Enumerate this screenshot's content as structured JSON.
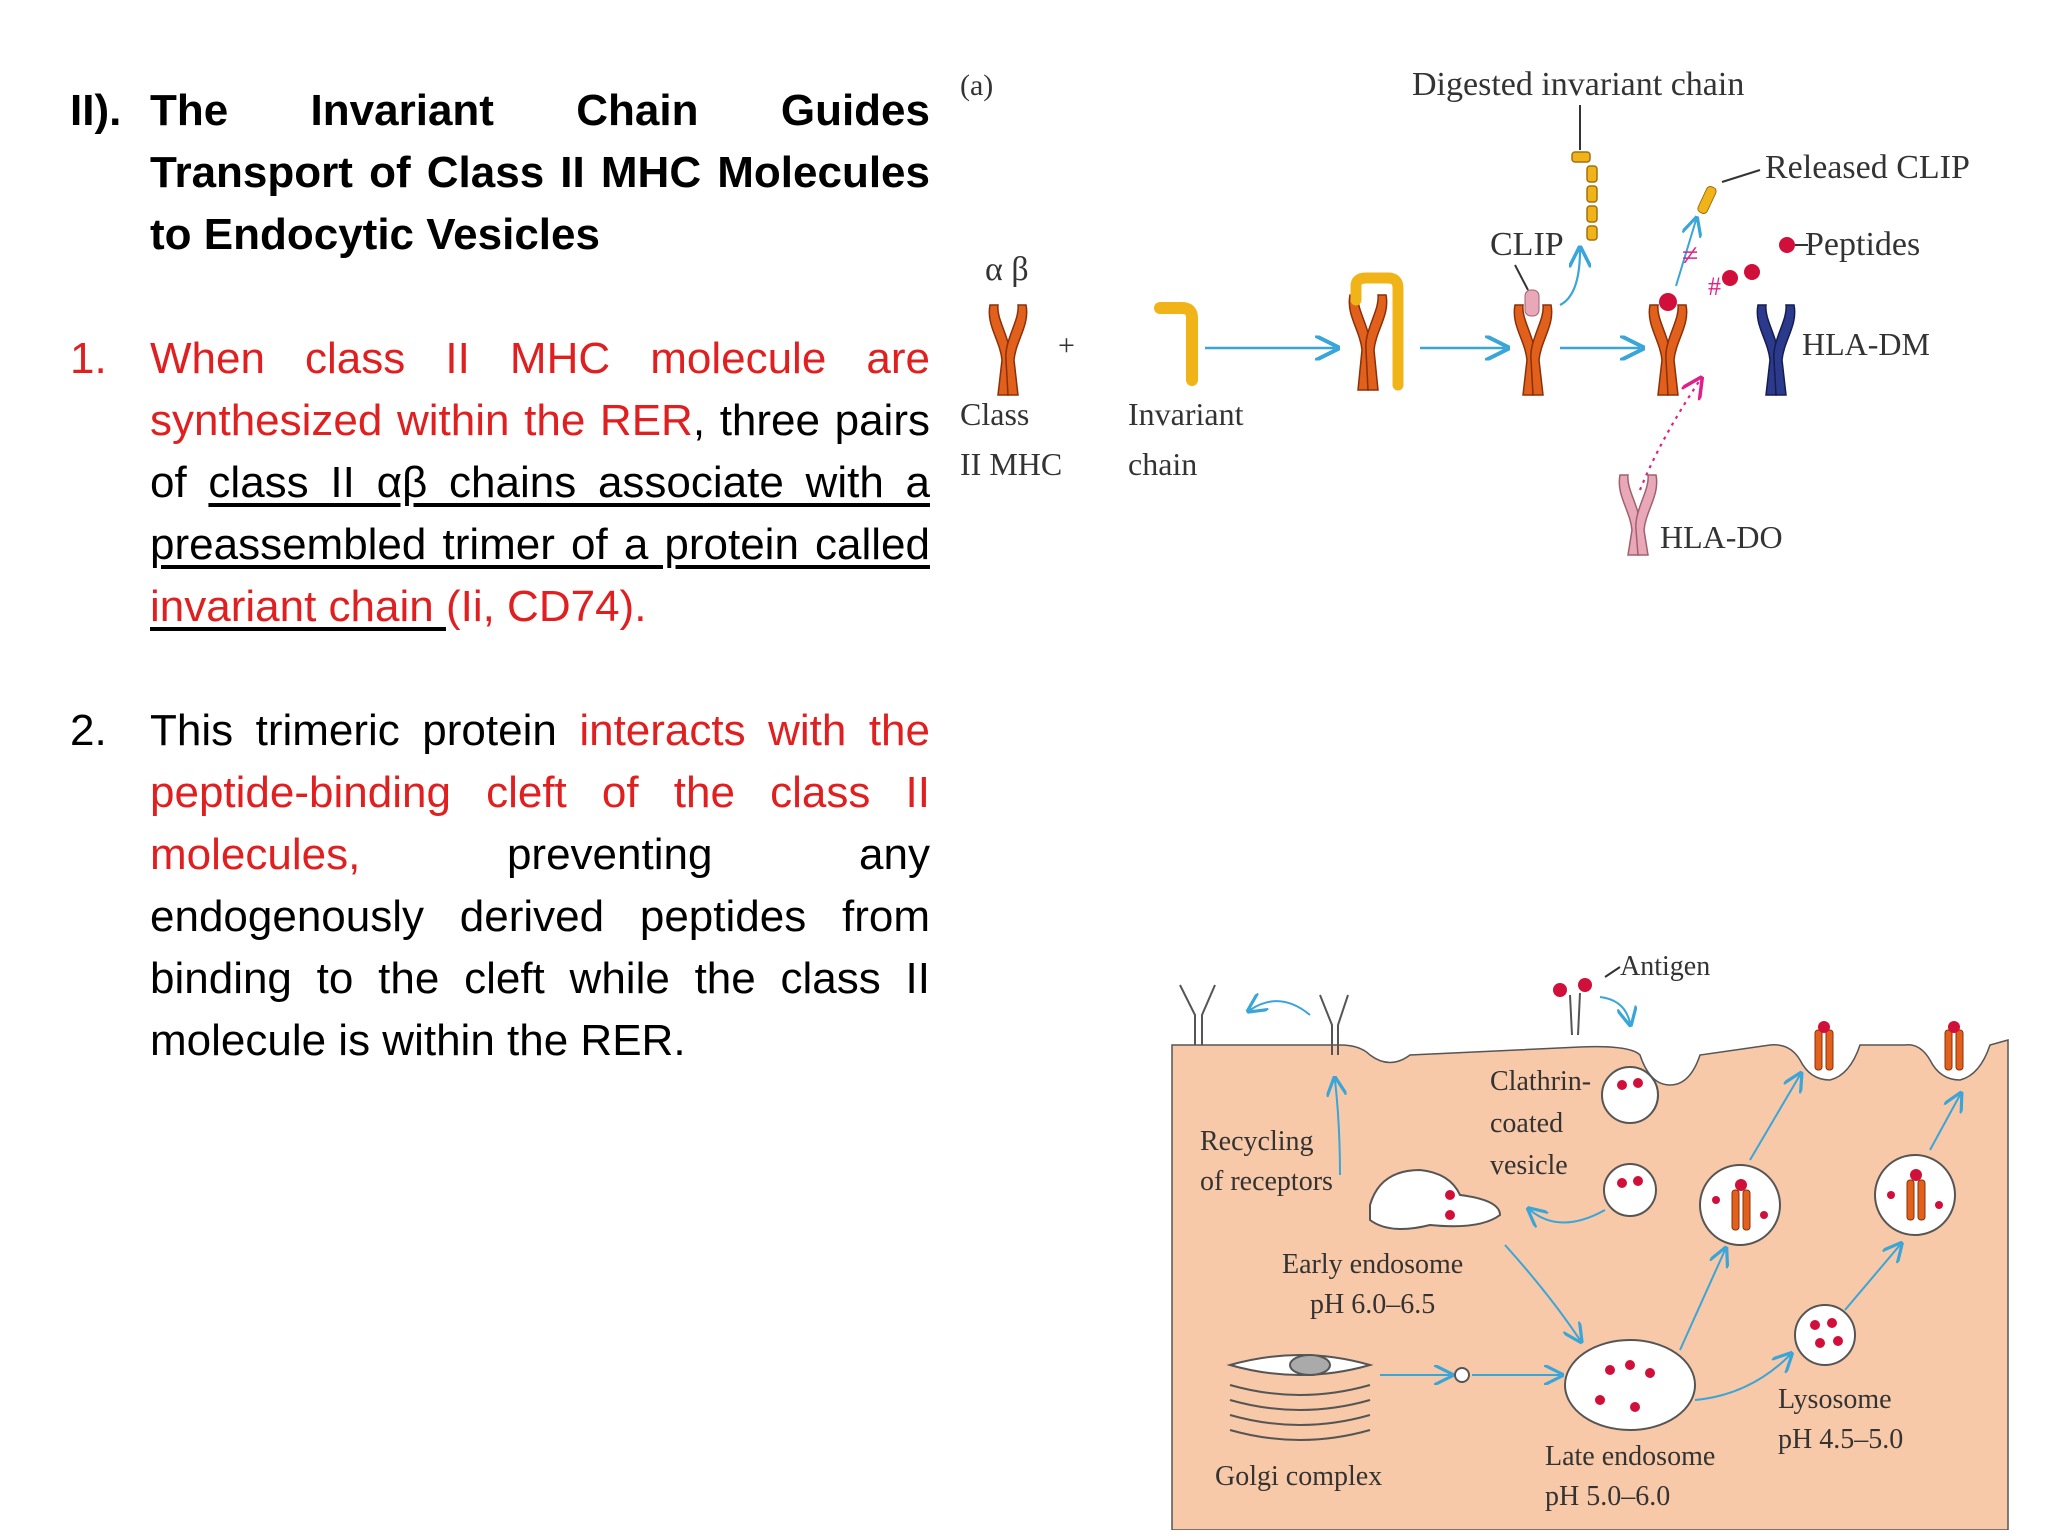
{
  "heading": {
    "number": "II).",
    "text": "The Invariant Chain Guides Transport of Class II MHC Molecules to Endocytic Vesicles"
  },
  "item1": {
    "number": "1.",
    "part_red": "When class II MHC molecule are synthesized within the RER",
    "part_plain1": ", three pairs of ",
    "part_ul1": "class II αβ chains associate with a preassembled trimer of a protein called ",
    "part_ul_red": "invariant chain ",
    "part_red2": "(Ii, CD74)."
  },
  "item2": {
    "number": "2.",
    "part_plain1": "This trimeric protein ",
    "part_red": "interacts with the peptide-binding cleft of the class II molecules,",
    "part_plain2": " preventing any endogenously derived peptides from binding to the cleft while the class II molecule is within the RER."
  },
  "figure_a": {
    "panel_label": "(a)",
    "digested_invariant_chain": "Digested invariant chain",
    "released_clip": "Released CLIP",
    "peptides": "Peptides",
    "clip": "CLIP",
    "alpha_beta": "α β",
    "class_ii_mhc_1": "Class",
    "class_ii_mhc_2": "II  MHC",
    "invariant_1": "Invariant",
    "invariant_2": "chain",
    "hla_dm": "HLA-DM",
    "hla_do": "HLA-DO",
    "plus": "+"
  },
  "figure_b": {
    "antigen": "Antigen",
    "clathrin_1": "Clathrin-",
    "clathrin_2": "coated",
    "clathrin_3": "vesicle",
    "recycling_1": "Recycling",
    "recycling_2": "of receptors",
    "early_1": "Early endosome",
    "early_2": "pH 6.0–6.5",
    "golgi": "Golgi complex",
    "late_1": "Late endosome",
    "late_2": "pH 5.0–6.0",
    "lysosome_1": "Lysosome",
    "lysosome_2": "pH 4.5–5.0"
  },
  "colors": {
    "red_text": "#e02020",
    "cell_fill": "#f8c9a8",
    "arrow": "#3aa5d8",
    "mhc_orange": "#e0601c",
    "invariant_yellow": "#f0b418",
    "hla_dm_blue": "#2c3a8c",
    "hla_do_pink": "#e8a8b8",
    "peptide_red": "#d0103a"
  }
}
